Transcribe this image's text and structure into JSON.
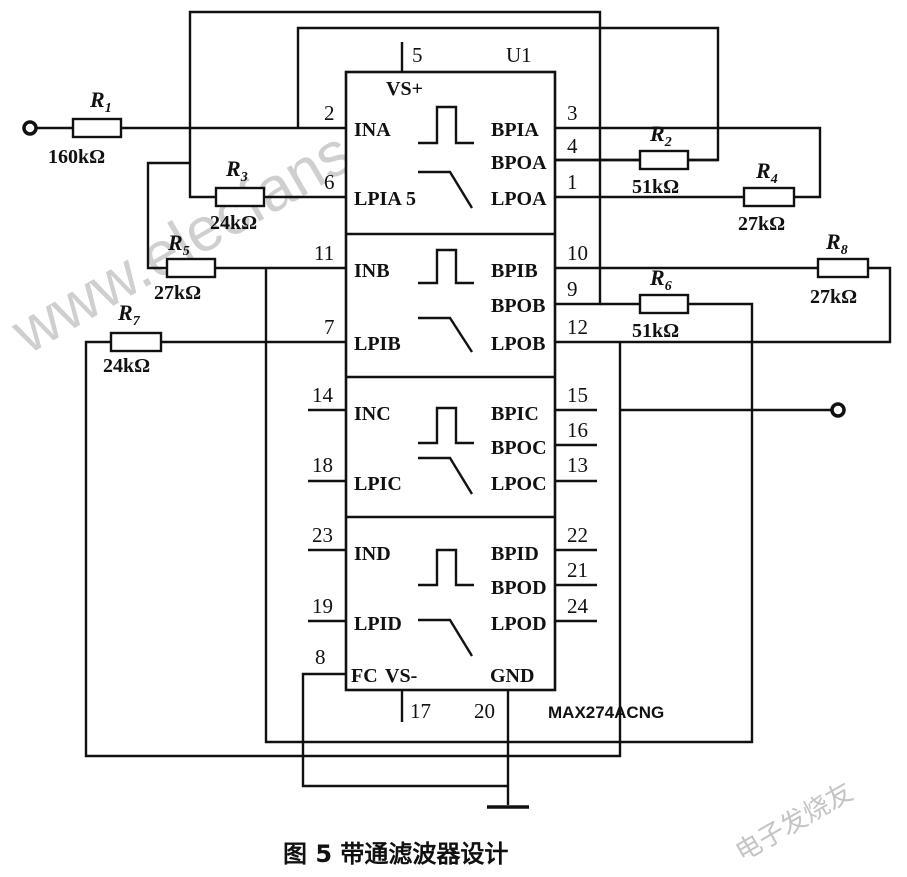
{
  "chip": {
    "ref": "U1",
    "part": "MAX274ACNG",
    "supply_pos": "VS+",
    "supply_neg": "VS-",
    "ground": "GND",
    "fc": "FC",
    "pin_vs_pos": "5",
    "pin_vs_neg": "17",
    "pin_gnd": "20",
    "pin_fc": "8",
    "lpia_extra": "5",
    "sections": [
      {
        "in": "INA",
        "lp_in": "LPIA",
        "bp": "BPIA",
        "bpo": "BPOA",
        "lpo": "LPOA",
        "pin_in": "2",
        "pin_lp_in": "6",
        "pin_bp": "3",
        "pin_bpo": "4",
        "pin_lpo": "1"
      },
      {
        "in": "INB",
        "lp_in": "LPIB",
        "bp": "BPIB",
        "bpo": "BPOB",
        "lpo": "LPOB",
        "pin_in": "11",
        "pin_lp_in": "7",
        "pin_bp": "10",
        "pin_bpo": "9",
        "pin_lpo": "12"
      },
      {
        "in": "INC",
        "lp_in": "LPIC",
        "bp": "BPIC",
        "bpo": "BPOC",
        "lpo": "LPOC",
        "pin_in": "14",
        "pin_lp_in": "18",
        "pin_bp": "15",
        "pin_bpo": "16",
        "pin_lpo": "13"
      },
      {
        "in": "IND",
        "lp_in": "LPID",
        "bp": "BPID",
        "bpo": "BPOD",
        "lpo": "LPOD",
        "pin_in": "23",
        "pin_lp_in": "19",
        "pin_bp": "22",
        "pin_bpo": "21",
        "pin_lpo": "24"
      }
    ]
  },
  "resistors": [
    {
      "name": "R",
      "sub": "1",
      "value": "160kΩ"
    },
    {
      "name": "R",
      "sub": "2",
      "value": "51kΩ"
    },
    {
      "name": "R",
      "sub": "3",
      "value": "24kΩ"
    },
    {
      "name": "R",
      "sub": "4",
      "value": "27kΩ"
    },
    {
      "name": "R",
      "sub": "5",
      "value": "27kΩ"
    },
    {
      "name": "R",
      "sub": "6",
      "value": "51kΩ"
    },
    {
      "name": "R",
      "sub": "7",
      "value": "24kΩ"
    },
    {
      "name": "R",
      "sub": "8",
      "value": "27kΩ"
    }
  ],
  "caption": "图 5  带通滤波器设计",
  "watermarks": [
    "www.elecfans.com",
    "电子发烧友"
  ]
}
